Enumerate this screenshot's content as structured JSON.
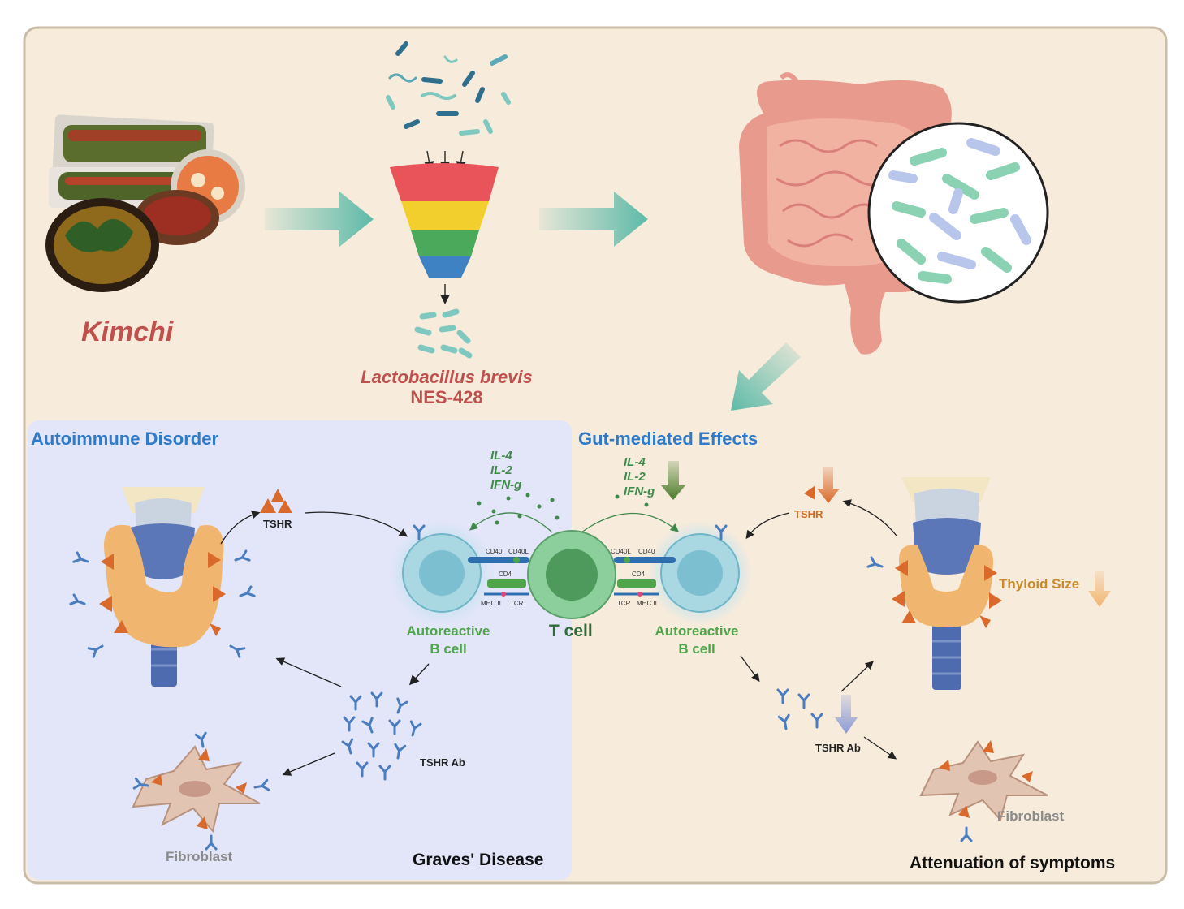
{
  "labels": {
    "kimchi": "Kimchi",
    "lacto_species": "Lactobacillus brevis",
    "lacto_strain": "NES-428",
    "autoimmune_title": "Autoimmune Disorder",
    "gut_title": "Gut-mediated Effects",
    "cytokine_1": "IL-4",
    "cytokine_2": "IL-2",
    "cytokine_3": "IFN-g",
    "tshr": "TSHR",
    "autoreactive": "Autoreactive",
    "b_cell": "B cell",
    "t_cell": "T cell",
    "tshr_ab": "TSHR Ab",
    "fibroblast": "Fibroblast",
    "graves": "Graves' Disease",
    "attenuation": "Attenuation of symptoms",
    "thyroid_size": "Thyloid Size",
    "cd40": "CD40",
    "cd40l": "CD40L",
    "cd4": "CD4",
    "mhc": "MHC II",
    "tcr": "TCR"
  },
  "colors": {
    "background": "#f7ebdc",
    "left_panel": "#e3e5f8",
    "arrow_teal": "#5dbaa8",
    "title_blue": "#2f7bc9",
    "lacto_red": "#c0504d",
    "cell_green": "#4ea54a",
    "thyroid_orange": "#f0b670",
    "tshr_orange": "#d96a2b",
    "antibody_blue": "#4a7cc0"
  }
}
